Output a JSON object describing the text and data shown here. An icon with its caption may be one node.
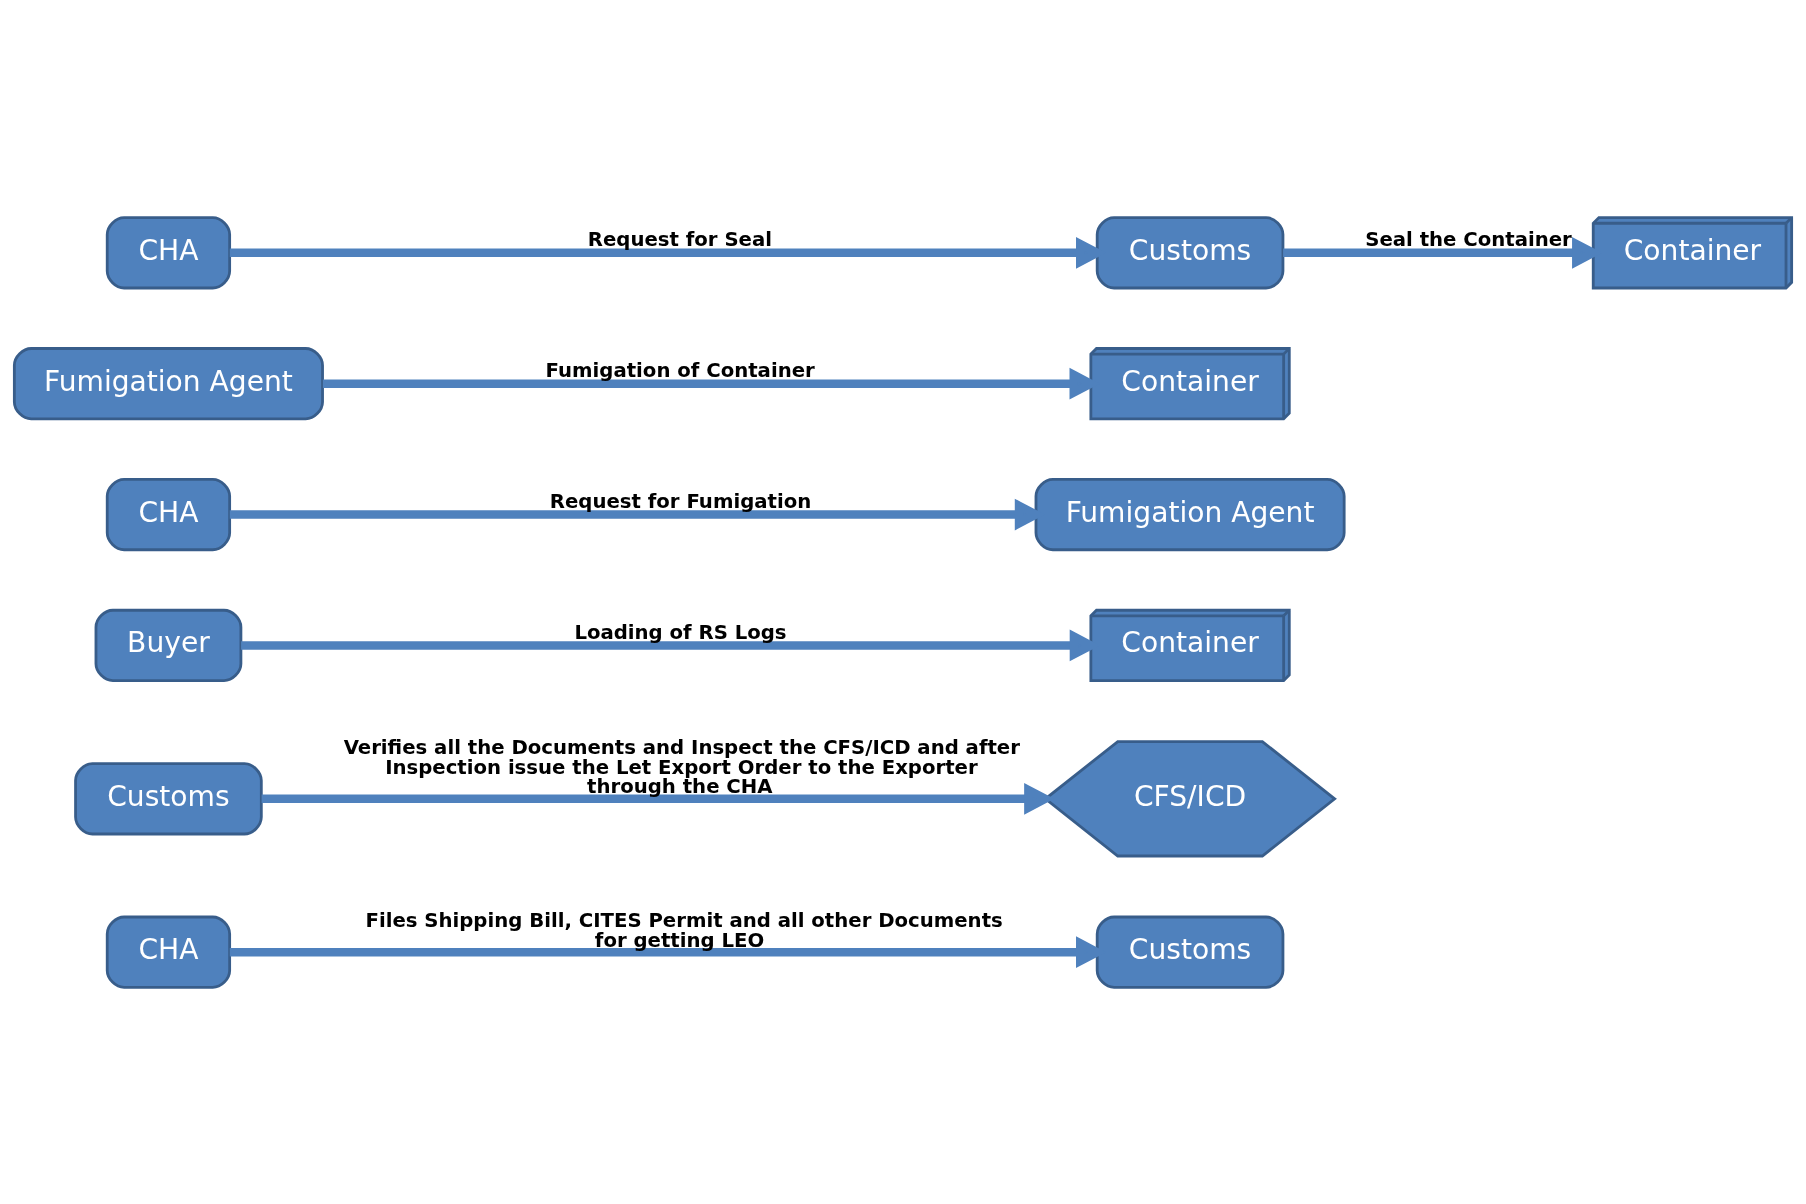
{
  "diagram": {
    "nodes": [
      {
        "text": [
          "CHA"
        ]
      },
      {
        "text": [
          "Customs"
        ]
      },
      {
        "text": [
          "Customs"
        ]
      },
      {
        "text": [
          "CFS/ICD"
        ]
      },
      {
        "text": [
          "Buyer"
        ]
      },
      {
        "text": [
          "Container"
        ]
      },
      {
        "text": [
          "CHA"
        ]
      },
      {
        "text": [
          "Fumigation Agent"
        ]
      },
      {
        "text": [
          "Fumigation Agent"
        ]
      },
      {
        "text": [
          "Container"
        ]
      },
      {
        "text": [
          "CHA"
        ]
      },
      {
        "text": [
          "Customs"
        ]
      },
      {
        "text": [
          "Container"
        ]
      }
    ],
    "edges": [
      {
        "from": 0,
        "to": 1,
        "arrow": "to",
        "label": "Files Shipping Bill, CITES Permit and all other Documents for getting LEO"
      },
      {
        "from": 2,
        "to": 3,
        "arrow": "to",
        "label": "Verifies all the Documents and Inspect the CFS/ICD and after Inspection issue the Let Export Order to the Exporter through the CHA"
      },
      {
        "from": 4,
        "to": 5,
        "arrow": "to",
        "label": "Loading of RS Logs"
      },
      {
        "from": 6,
        "to": 7,
        "arrow": "to",
        "label": "Request for Fumigation"
      },
      {
        "from": 8,
        "to": 9,
        "arrow": "to",
        "label": "Fumigation of Container"
      },
      {
        "from": 10,
        "to": 11,
        "arrow": "to",
        "label": "Request for Seal"
      },
      {
        "from": 11,
        "to": 12,
        "arrow": "to",
        "label": "Seal the Container"
      }
    ]
  }
}
